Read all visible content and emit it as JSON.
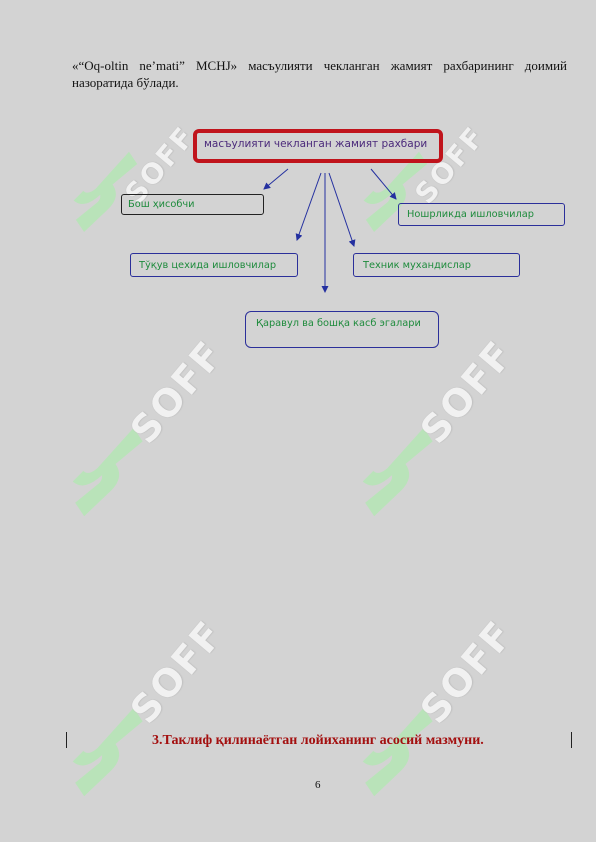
{
  "intro": {
    "lines": [
      "«“Oq-oltin ne’mati” MCHJ» масъулияти чекланган жамият рахбарининг доимий",
      "назоратида бўлади."
    ]
  },
  "org_chart": {
    "head": "масъулияти чекланган жамият рахбари",
    "units": [
      "Бош ҳисобчи",
      "Ношрликда ишловчилар",
      "Тўқув цехида ишловчилар",
      "Техник мухандислар",
      "Қаравул ва бошқа касб эгалари"
    ]
  },
  "section_heading": "3.Таклиф қилинаётган лойиханинг асосий мазмуни.",
  "page_number": "6",
  "watermark": {
    "text": "SOFF",
    "logo_icon": "soff-logo-icon"
  },
  "colors": {
    "page_bg": "#d3d3d3",
    "head_border": "#c0141c",
    "head_text": "#4b2a7b",
    "label_green": "#1e8b3c",
    "box_blue": "#2b2f9a",
    "arrow_blue": "#2430a0",
    "heading_red": "#a30f0f",
    "watermark_green": "#b8e4b8"
  }
}
